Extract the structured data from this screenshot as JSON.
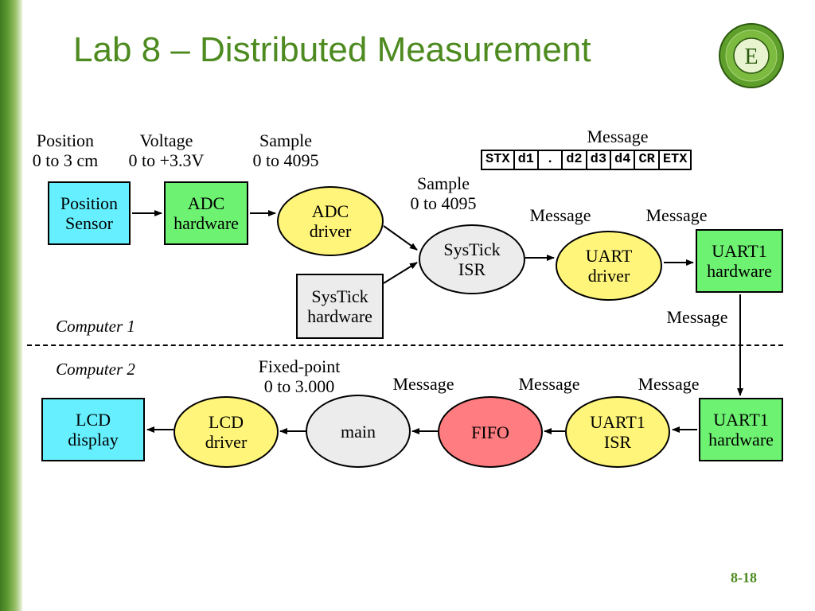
{
  "slide": {
    "title": "Lab 8 – Distributed Measurement",
    "page_number": "8-18",
    "accent_color": "#4d8a1f",
    "logo_letter": "E"
  },
  "labels": {
    "position": [
      "Position",
      "0 to 3 cm"
    ],
    "voltage": [
      "Voltage",
      "0 to +3.3V"
    ],
    "sample_top": [
      "Sample",
      "0 to 4095"
    ],
    "sample_mid": [
      "Sample",
      "0 to 4095"
    ],
    "message_top": "Message",
    "message_uart_in": "Message",
    "message_uart_out": "Message",
    "message_down": "Message",
    "fixed_point": [
      "Fixed-point",
      "0 to 3.000"
    ],
    "message_main_fifo": "Message",
    "message_fifo_isr": "Message",
    "message_isr_hw": "Message",
    "computer1": "Computer 1",
    "computer2": "Computer 2"
  },
  "message_format": [
    "STX",
    "d1",
    ".",
    "d2",
    "d3",
    "d4",
    "CR",
    "ETX"
  ],
  "nodes": {
    "position_sensor": [
      "Position",
      "Sensor"
    ],
    "adc_hardware": [
      "ADC",
      "hardware"
    ],
    "adc_driver": [
      "ADC",
      "driver"
    ],
    "systick_hardware": [
      "SysTick",
      "hardware"
    ],
    "systick_isr": [
      "SysTick",
      "ISR"
    ],
    "uart_driver": [
      "UART",
      "driver"
    ],
    "uart1_hardware_top": [
      "UART1",
      "hardware"
    ],
    "uart1_hardware_bottom": [
      "UART1",
      "hardware"
    ],
    "uart1_isr": [
      "UART1",
      "ISR"
    ],
    "fifo": "FIFO",
    "main": "main",
    "lcd_driver": [
      "LCD",
      "driver"
    ],
    "lcd_display": [
      "LCD",
      "display"
    ]
  },
  "colors": {
    "sensor_cyan": "#66f0ff",
    "hardware_green": "#6ef272",
    "driver_yellow": "#fff57a",
    "isr_gray": "#ececec",
    "fifo_red": "#ff7c80"
  }
}
